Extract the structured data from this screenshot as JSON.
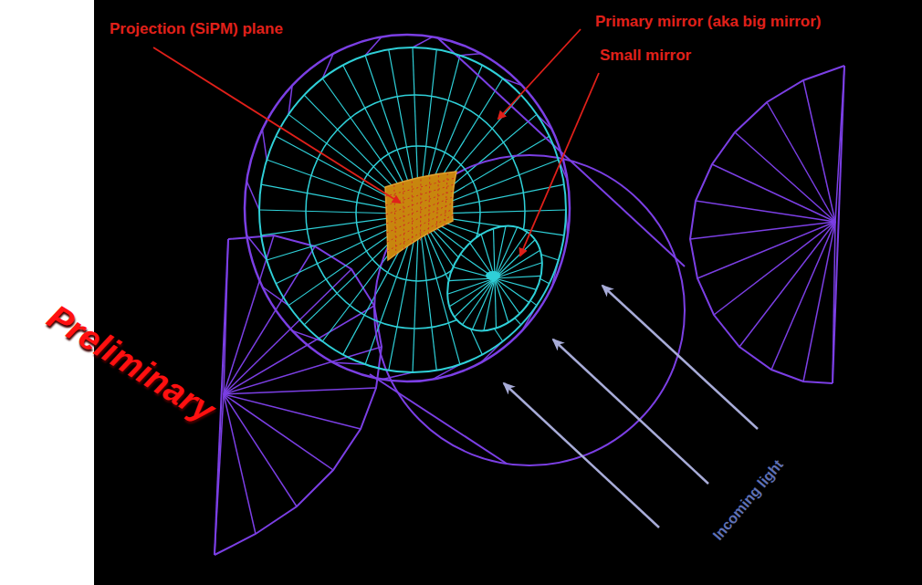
{
  "diagram": {
    "labels": [
      "Projection (SiPM) plane",
      "Primary mirror (aka big mirror)",
      "Small mirror",
      "Incoming light",
      "Preliminary"
    ]
  }
}
